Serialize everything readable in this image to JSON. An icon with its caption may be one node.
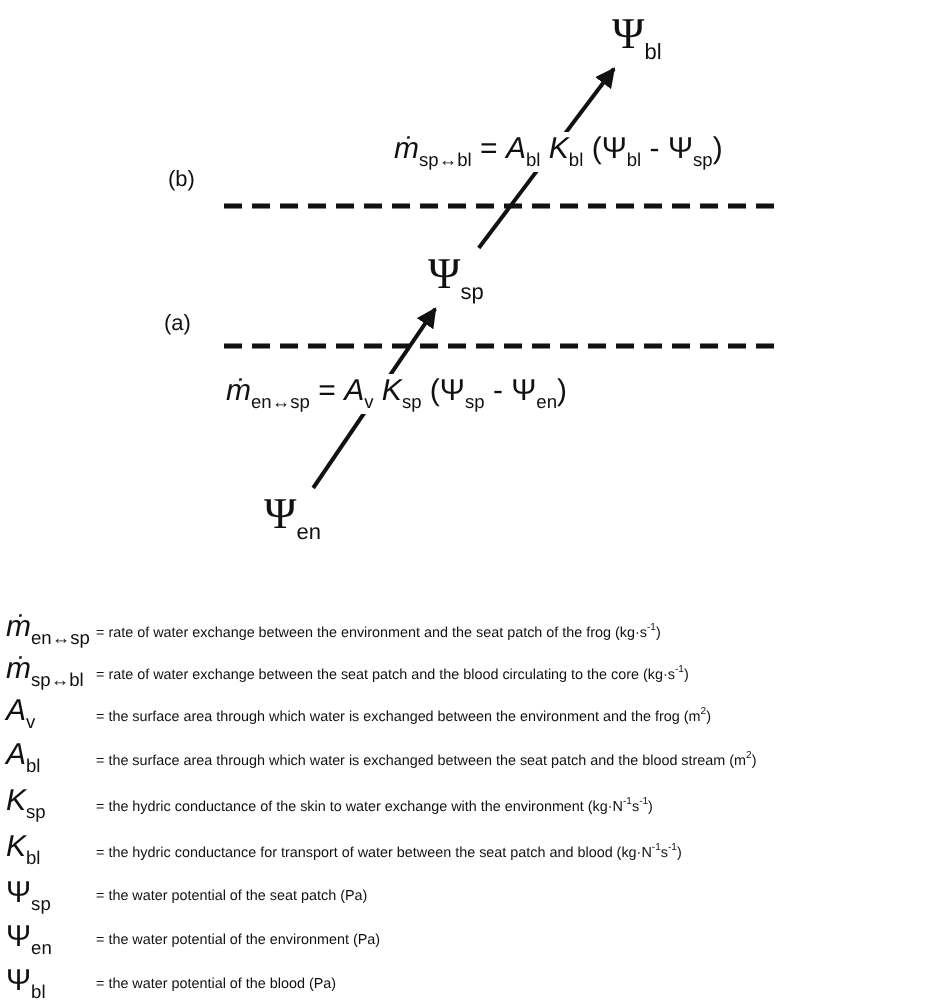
{
  "diagram": {
    "nodes": [
      {
        "text": [
          "Ψ$_{en}$"
        ]
      },
      {
        "text": [
          "Ψ$_{sp}$"
        ]
      },
      {
        "text": [
          "Ψ$_{bl}$"
        ]
      }
    ],
    "edges": [
      {
        "from": 0,
        "to": 1,
        "arrow": "to",
        "label": "*ṁ*$_{en↔sp}$ = *A*$_{v}$ *K*$_{sp}$ (Ψ$_{sp}$ - Ψ$_{en}$)"
      },
      {
        "from": 1,
        "to": 2,
        "arrow": "to",
        "label": "*ṁ*$_{sp↔bl}$ = *A*$_{bl}$ *K*$_{bl}$ (Ψ$_{bl}$ - Ψ$_{sp}$)"
      }
    ],
    "labels": [
      "(b)",
      "(a)",
      "*ṁ*$_{en↔sp}$",
      "= rate of water exchange between the environment and the seat patch of the frog (kg·s$^{-1}$)",
      "*ṁ*$_{sp↔bl}$",
      "= rate of water exchange between the seat patch and the blood circulating to the core (kg·s$^{-1}$)",
      "*A*$_{v}$",
      "= the surface area through which water is exchanged between the environment and the frog (m$^{2}$)",
      "*A*$_{bl}$",
      "= the surface area through which water is exchanged between the seat patch and the blood stream (m$^{2}$)",
      "*K*$_{sp}$",
      "= the hydric conductance of the skin to water exchange with the environment (kg·N$^{-1}$s$^{-1}$)",
      "*K*$_{bl}$",
      "= the hydric conductance for transport of water between the seat patch and blood (kg·N$^{-1}$s$^{-1}$)",
      "Ψ$_{sp}$",
      "= the water potential of the seat patch (Pa)",
      "Ψ$_{en}$",
      "= the water potential of the environment (Pa)",
      "Ψ$_{bl}$",
      "= the water potential of the blood (Pa)"
    ]
  }
}
